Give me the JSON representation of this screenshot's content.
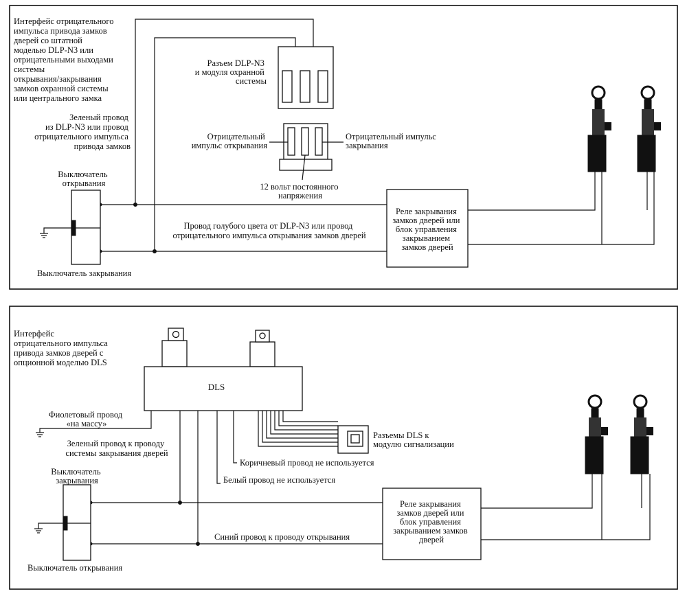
{
  "diagram1": {
    "interface_title": [
      "Интерфейс отрицательного",
      "импульса привода замков",
      "дверей со штатной",
      "моделью DLP-N3 или",
      "отрицательными выходами",
      "системы",
      "открывания/закрывания",
      "замков охранной системы",
      "или центрального замка"
    ],
    "connector_label": [
      "Разъем DLP-N3",
      "и модуля охранной",
      "системы"
    ],
    "green_wire_label": [
      "Зеленый провод",
      "из DLP-N3 или провод",
      "отрицательного импульса",
      "привода замков"
    ],
    "neg_open_label": [
      "Отрицательный",
      "импульс открывания"
    ],
    "neg_close_label": [
      "Отрицательный импульс",
      "закрывания"
    ],
    "twelve_volt_label": [
      "12 вольт постоянного",
      "напряжения"
    ],
    "open_switch_label": [
      "Выключатель",
      "открывания"
    ],
    "close_switch_label": "Выключатель закрывания",
    "blue_wire_label": [
      "Провод голубого цвета от DLP-N3 или провод",
      "отрицательного импульса открывания замков дверей"
    ],
    "relay_label": [
      "Реле закрывания",
      "замков дверей или",
      "блок управления",
      "закрыванием",
      "замков дверей"
    ]
  },
  "diagram2": {
    "interface_title": [
      "Интерфейс",
      "отрицательного импульса",
      "привода замков дверей с",
      "опционной моделью DLS"
    ],
    "dls_label": "DLS",
    "violet_wire_label": [
      "Фиолетовый провод",
      "«на массу»"
    ],
    "dls_connectors_label": [
      "Разъемы DLS к",
      "модулю сигнализации"
    ],
    "green_wire_label": [
      "Зеленый провод к проводу",
      "системы закрывания дверей"
    ],
    "brown_wire_label": "Коричневый провод не используется",
    "close_switch_label": [
      "Выключатель",
      "закрывания"
    ],
    "white_wire_label": "Белый провод не используется",
    "relay_label": [
      "Реле закрывания",
      "замков дверей или",
      "блок управления",
      "закрыванием замков",
      "дверей"
    ],
    "blue_wire_label": "Синий провод к проводу открывания",
    "open_switch_label": "Выключатель открывания"
  }
}
